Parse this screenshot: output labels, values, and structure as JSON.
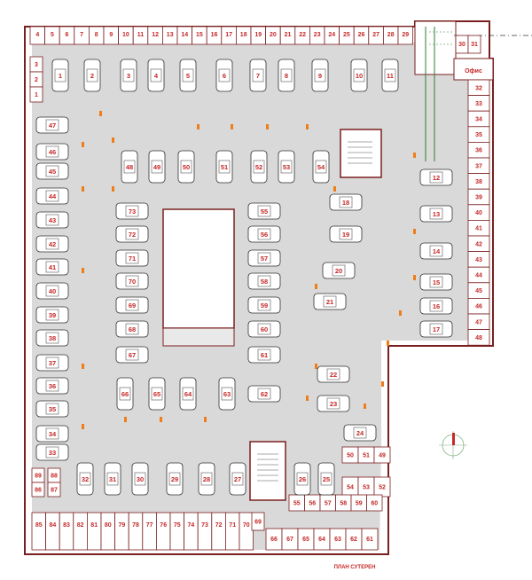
{
  "plan_title": "ПЛАН СУТЕРЕН",
  "office_label": "Офис",
  "colors": {
    "label": "#c62828",
    "floor": "#d9d9d9",
    "wall": "#7a1f1f",
    "ramp": "#2e7d32",
    "marker": "#ef7d1a"
  },
  "top_stalls": [
    "4",
    "5",
    "6",
    "7",
    "8",
    "9",
    "10",
    "11",
    "12",
    "13",
    "14",
    "15",
    "16",
    "17",
    "18",
    "19",
    "20",
    "21",
    "22",
    "23",
    "24",
    "25",
    "26",
    "27",
    "28",
    "29"
  ],
  "top_right_stalls": [
    "30",
    "31"
  ],
  "left_stalls": [
    "3",
    "2",
    "1"
  ],
  "right_stalls": [
    "32",
    "33",
    "34",
    "35",
    "36",
    "37",
    "38",
    "39",
    "40",
    "41",
    "42",
    "43",
    "44",
    "45",
    "46",
    "47",
    "48"
  ],
  "bottom_stalls": [
    "85",
    "84",
    "83",
    "82",
    "81",
    "80",
    "79",
    "78",
    "77",
    "76",
    "75",
    "74",
    "73",
    "72",
    "71",
    "70"
  ],
  "bottom_right_stalls": [
    "66",
    "67",
    "65",
    "64",
    "63",
    "62",
    "61"
  ],
  "stall_69": "69",
  "small_block_top": [
    "50",
    "51",
    "49"
  ],
  "small_block_bottom": [
    "54",
    "53",
    "52"
  ],
  "lower_row": [
    "55",
    "56",
    "57",
    "58",
    "59",
    "60"
  ],
  "left_corner": [
    "89",
    "88",
    "86",
    "87"
  ],
  "cars": {
    "top_row": [
      "1",
      "2",
      "3",
      "4",
      "5",
      "6",
      "7",
      "8",
      "9",
      "10",
      "11"
    ],
    "left_column": [
      "47",
      "46",
      "45",
      "44",
      "43",
      "42",
      "41",
      "40",
      "39",
      "38",
      "37",
      "36",
      "35",
      "34",
      "33"
    ],
    "inner_top": [
      "48",
      "49",
      "50",
      "51",
      "52",
      "53",
      "54"
    ],
    "island_left": [
      "73",
      "72",
      "71",
      "70",
      "69",
      "68",
      "67"
    ],
    "island_right": [
      "55",
      "56",
      "57",
      "58",
      "59",
      "60",
      "61"
    ],
    "bottom_inner": [
      "66",
      "65",
      "64",
      "63",
      "62"
    ],
    "right_column": [
      "12",
      "13",
      "14",
      "15",
      "16",
      "17"
    ],
    "center_right": [
      "18",
      "19",
      "20",
      "21",
      "22",
      "23",
      "24"
    ],
    "bottom_row": [
      "32",
      "31",
      "30",
      "29",
      "28",
      "27",
      "26",
      "25"
    ]
  }
}
